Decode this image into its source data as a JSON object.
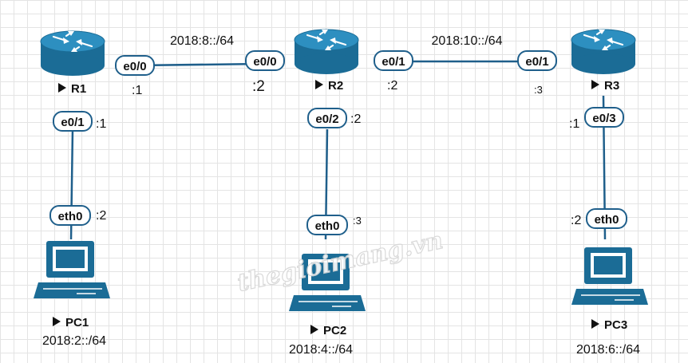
{
  "networks": {
    "r1_r2": "2018:8::/64",
    "r2_r3": "2018:10::/64",
    "pc1": "2018:2::/64",
    "pc2": "2018:4::/64",
    "pc3": "2018:6::/64"
  },
  "devices": {
    "r1": "R1",
    "r2": "R2",
    "r3": "R3",
    "pc1": "PC1",
    "pc2": "PC2",
    "pc3": "PC3"
  },
  "ports": {
    "r1_e00": "e0/0",
    "r1_e01": "e0/1",
    "r2_e00": "e0/0",
    "r2_e01": "e0/1",
    "r2_e02": "e0/2",
    "r3_e01": "e0/1",
    "r3_e03": "e0/3",
    "pc1_eth0": "eth0",
    "pc2_eth0": "eth0",
    "pc3_eth0": "eth0"
  },
  "host_ids": {
    "r1_e00": ":1",
    "r2_e00": ":2",
    "r2_e01": ":2",
    "r3_e01": ":3",
    "r1_e01": ":1",
    "pc1_eth0": ":2",
    "r2_e02": ":2",
    "pc2_eth0": ":3",
    "r3_e03": ":1",
    "pc3_eth0": ":2"
  },
  "watermark": "thegioimang.vn",
  "colors": {
    "device": "#1b6c96",
    "link": "#1f5f8b",
    "grid": "#e4e4e4"
  },
  "icons": {
    "router": "router-icon",
    "pc": "pc-icon"
  }
}
